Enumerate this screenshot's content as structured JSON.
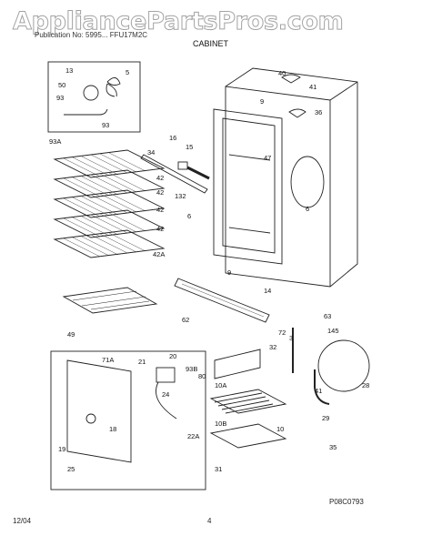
{
  "header": {
    "watermark": "AppliancePartsPros.com",
    "publication": "Publication No: 5995... FFU17M2C",
    "section": "CABINET"
  },
  "callouts": [
    {
      "id": "c13",
      "text": "13"
    },
    {
      "id": "c50",
      "text": "50"
    },
    {
      "id": "c5",
      "text": "5"
    },
    {
      "id": "c93a",
      "text": "93"
    },
    {
      "id": "c93b",
      "text": "93"
    },
    {
      "id": "c93A",
      "text": "93A"
    },
    {
      "id": "c34",
      "text": "34"
    },
    {
      "id": "c16",
      "text": "16"
    },
    {
      "id": "c15",
      "text": "15"
    },
    {
      "id": "c42a",
      "text": "42"
    },
    {
      "id": "c42b",
      "text": "42"
    },
    {
      "id": "c42c",
      "text": "42"
    },
    {
      "id": "c42d",
      "text": "42"
    },
    {
      "id": "c42A",
      "text": "42A"
    },
    {
      "id": "c132",
      "text": "132"
    },
    {
      "id": "c6a",
      "text": "6"
    },
    {
      "id": "c6b",
      "text": "6"
    },
    {
      "id": "c40",
      "text": "40"
    },
    {
      "id": "c41a",
      "text": "41"
    },
    {
      "id": "c36",
      "text": "36"
    },
    {
      "id": "c9a",
      "text": "9"
    },
    {
      "id": "c47",
      "text": "47"
    },
    {
      "id": "c9b",
      "text": "9"
    },
    {
      "id": "c14",
      "text": "14"
    },
    {
      "id": "c49",
      "text": "49"
    },
    {
      "id": "c62",
      "text": "62"
    },
    {
      "id": "c72",
      "text": "72"
    },
    {
      "id": "c63",
      "text": "63"
    },
    {
      "id": "c145",
      "text": "145"
    },
    {
      "id": "c3",
      "text": "3"
    },
    {
      "id": "c32",
      "text": "32"
    },
    {
      "id": "c41b",
      "text": "41"
    },
    {
      "id": "c28",
      "text": "28"
    },
    {
      "id": "c29",
      "text": "29"
    },
    {
      "id": "c35",
      "text": "35"
    },
    {
      "id": "c71A",
      "text": "71A"
    },
    {
      "id": "c21",
      "text": "21"
    },
    {
      "id": "c20",
      "text": "20"
    },
    {
      "id": "c93B",
      "text": "93B"
    },
    {
      "id": "c80",
      "text": "80"
    },
    {
      "id": "c24",
      "text": "24"
    },
    {
      "id": "c22A",
      "text": "22A"
    },
    {
      "id": "c18",
      "text": "18"
    },
    {
      "id": "c19",
      "text": "19"
    },
    {
      "id": "c25",
      "text": "25"
    },
    {
      "id": "c10A",
      "text": "10A"
    },
    {
      "id": "c10B",
      "text": "10B"
    },
    {
      "id": "c10",
      "text": "10"
    },
    {
      "id": "c31",
      "text": "31"
    }
  ],
  "footer": {
    "date": "12/04",
    "page": "4",
    "drawing_no": "P08C0793"
  }
}
